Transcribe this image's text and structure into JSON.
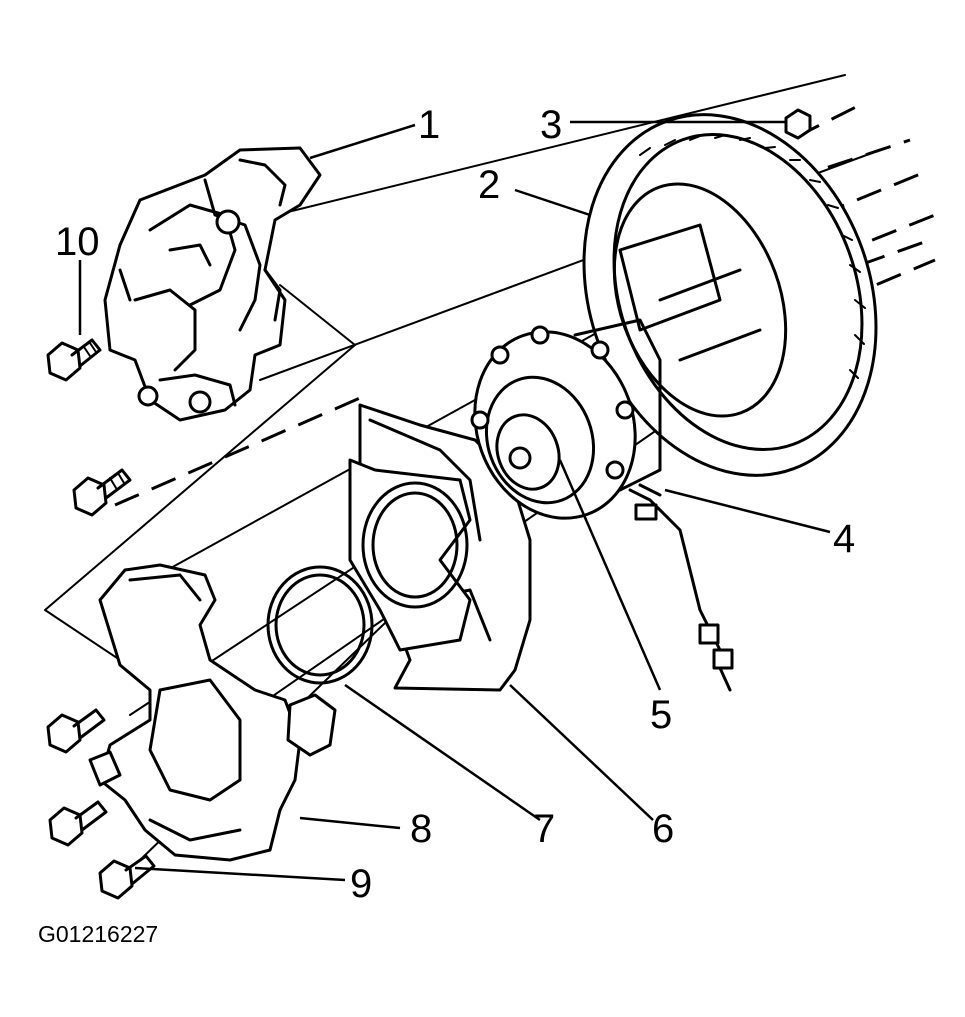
{
  "figure_id": "G01216227",
  "callouts": {
    "c1": "1",
    "c2": "2",
    "c3": "3",
    "c4": "4",
    "c5": "5",
    "c6": "6",
    "c7": "7",
    "c8": "8",
    "c9": "9",
    "c10": "10"
  }
}
